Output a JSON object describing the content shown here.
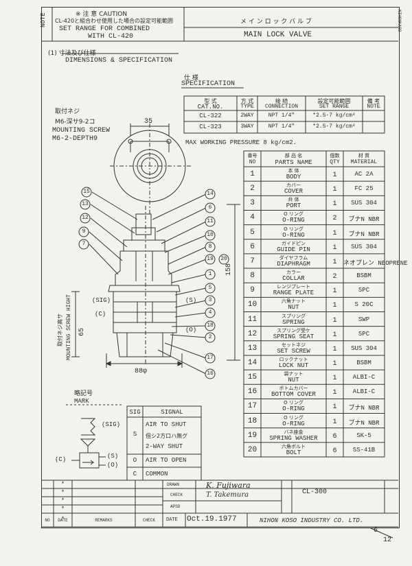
{
  "header": {
    "note_label": "NOTE",
    "caution_ja": "※ 注 意 CAUTION",
    "caution_line1": "CL-420と組合わせ使用した場合の設定可能範囲",
    "caution_line2": "SET RANGE FOR COMBINED",
    "caution_line3": "WITH CL-420",
    "title_ja": "メ イ ン  ロ ッ ク  バ ル ブ",
    "title_en": "MAIN LOCK VALVE",
    "side_note": "NIHONKASO"
  },
  "dimensions": {
    "section_label": "(1) 寸法及び仕様",
    "section_title": "DIMENSIONS & SPECIFICATION",
    "mounting_ja": "取付ネジ",
    "mounting_ja2": "M6-深サ9-2コ",
    "mounting_en": "MOUNTING SCREW",
    "mounting_en2": "M6-2-DEPTH9",
    "dim_35": "35",
    "dim_158": "158",
    "dim_65": "65",
    "dim_88": "88φ",
    "vertical_ja": "取付ネジ高サ",
    "vertical_en": "MOUNTING SCREW HIGHT",
    "port_sig": "(SIG)",
    "port_c": "(C)",
    "port_s": "(S)",
    "port_o": "(O)",
    "callouts": [
      "15",
      "13",
      "12",
      "9",
      "7",
      "14",
      "6",
      "11",
      "10",
      "8",
      "19",
      "20",
      "1",
      "5",
      "3",
      "4",
      "18",
      "2",
      "17",
      "16"
    ]
  },
  "spec": {
    "label_ja": "仕 様",
    "label_en": "SPECIFICATION",
    "headers": [
      {
        "ja": "型 式",
        "en": "CAT.NO."
      },
      {
        "ja": "方 式",
        "en": "TYPE"
      },
      {
        "ja": "接 続",
        "en": "CONNECTION"
      },
      {
        "ja": "設定可能範囲",
        "en": "SET RANGE"
      },
      {
        "ja": "備 考",
        "en": "NOTE"
      }
    ],
    "rows": [
      {
        "cat": "CL-322",
        "type": "2WAY",
        "conn": "NPT 1/4\"",
        "range": "*2.5-7 kg/cm²",
        "note": ""
      },
      {
        "cat": "CL-323",
        "type": "3WAY",
        "conn": "NPT 1/4\"",
        "range": "*2.5-7 kg/cm²",
        "note": ""
      }
    ],
    "max_pressure": "MAX WORKING PRESSURE 8 kg/cm2."
  },
  "parts": {
    "headers": [
      {
        "ja": "番号",
        "en": "NO"
      },
      {
        "ja": "部 品 名",
        "en": "PARTS NAME"
      },
      {
        "ja": "個数",
        "en": "QTY"
      },
      {
        "ja": "材 質",
        "en": "MATERIAL"
      }
    ],
    "rows": [
      {
        "no": "1",
        "ja": "本 体",
        "en": "BODY",
        "qty": "1",
        "mat": "AC 2A"
      },
      {
        "no": "2",
        "ja": "カバー",
        "en": "COVER",
        "qty": "1",
        "mat": "FC 25"
      },
      {
        "no": "3",
        "ja": "弁 体",
        "en": "PORT",
        "qty": "1",
        "mat": "SUS 304"
      },
      {
        "no": "4",
        "ja": "O リング",
        "en": "O-RING",
        "qty": "2",
        "mat": "ブナN NBR"
      },
      {
        "no": "5",
        "ja": "O リング",
        "en": "O-RING",
        "qty": "1",
        "mat": "ブナN NBR"
      },
      {
        "no": "6",
        "ja": "ガイドピン",
        "en": "GUIDE PIN",
        "qty": "1",
        "mat": "SUS 304"
      },
      {
        "no": "7",
        "ja": "ダイヤフラム",
        "en": "DIAPHRAGM",
        "qty": "1",
        "mat": "ネオプレン NEOPRENE"
      },
      {
        "no": "8",
        "ja": "カラー",
        "en": "COLLAR",
        "qty": "2",
        "mat": "BSBM"
      },
      {
        "no": "9",
        "ja": "レンジプレート",
        "en": "RANGE PLATE",
        "qty": "1",
        "mat": "SPC"
      },
      {
        "no": "10",
        "ja": "六角ナット",
        "en": "NUT",
        "qty": "1",
        "mat": "S 20C"
      },
      {
        "no": "11",
        "ja": "スプリング",
        "en": "SPRING",
        "qty": "1",
        "mat": "SWP"
      },
      {
        "no": "12",
        "ja": "スプリング受ケ",
        "en": "SPRING SEAT",
        "qty": "1",
        "mat": "SPC"
      },
      {
        "no": "13",
        "ja": "セットネジ",
        "en": "SET SCREW",
        "qty": "1",
        "mat": "SUS 304"
      },
      {
        "no": "14",
        "ja": "ロックナット",
        "en": "LOCK NUT",
        "qty": "1",
        "mat": "BSBM"
      },
      {
        "no": "15",
        "ja": "袋ナット",
        "en": "NUT",
        "qty": "1",
        "mat": "ALBI-C"
      },
      {
        "no": "16",
        "ja": "ボトムカバー",
        "en": "BOTTOM COVER",
        "qty": "1",
        "mat": "ALBI-C"
      },
      {
        "no": "17",
        "ja": "O リング",
        "en": "O-RING",
        "qty": "1",
        "mat": "ブナN NBR"
      },
      {
        "no": "18",
        "ja": "O リング",
        "en": "O-RING",
        "qty": "1",
        "mat": "ブナN NBR"
      },
      {
        "no": "19",
        "ja": "バネ座金",
        "en": "SPRING WASHER",
        "qty": "6",
        "mat": "SK-5"
      },
      {
        "no": "20",
        "ja": "六角ボルト",
        "en": "BOLT",
        "qty": "6",
        "mat": "SS-41B"
      }
    ]
  },
  "mark": {
    "label_ja": "略記号",
    "label_en": "MARK",
    "sig": "(SIG)",
    "c": "(C)",
    "s": "(S)",
    "o": "(O)"
  },
  "signal_table": {
    "headers": [
      "SIG",
      "SIGNAL"
    ],
    "rows": [
      {
        "code": "S",
        "lines": [
          "AIR TO SHUT",
          "但シ2方口ハ無グ",
          "2-WAY SHUT"
        ]
      },
      {
        "code": "O",
        "lines": [
          "AIR TO OPEN"
        ]
      },
      {
        "code": "C",
        "lines": [
          "COMMON"
        ]
      }
    ]
  },
  "title_block": {
    "marks": [
      "*",
      "*",
      "*",
      "*",
      "*"
    ],
    "drawn_label": "DRAWN",
    "drawn_by": "K. Fujiwara",
    "check_label": "CHECK",
    "check_by": "T. Takemura",
    "apsd_label": "APSD",
    "drawing_no": "CL-300",
    "col_no": "NO",
    "col_date": "DATE",
    "col_remarks": "REMARKS",
    "col_check": "CHECK",
    "date_label": "DATE",
    "date_value": "Oct.19.1977",
    "company": "NIHON KOSO INDUSTRY CO. LTD.",
    "sheet_num": "6",
    "sheet_total": "12"
  }
}
